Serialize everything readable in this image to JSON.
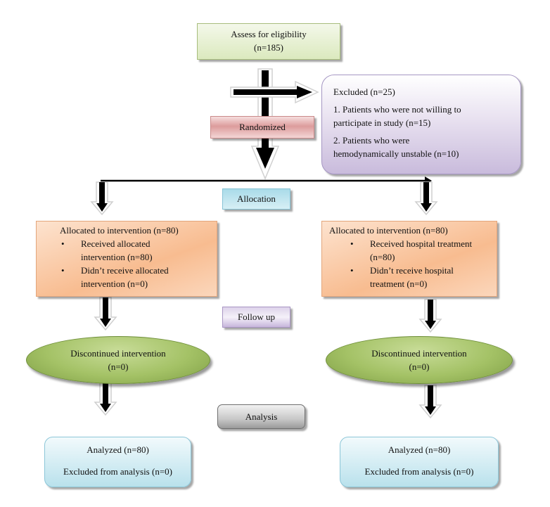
{
  "diagram": {
    "type": "CONSORT flow diagram",
    "enrollment": {
      "title": "Assess for eligibility",
      "count": "(n=185)"
    },
    "excluded": {
      "title": "Excluded (n=25)",
      "reason1_line1": "1. Patients who were not willing to",
      "reason1_line2": "participate in study (n=15)",
      "reason2_line1": "2. Patients who were",
      "reason2_line2": "hemodynamically unstable (n=10)"
    },
    "stages": {
      "randomized": "Randomized",
      "allocation": "Allocation",
      "follow_up": "Follow up",
      "analysis": "Analysis"
    },
    "left_arm": {
      "allocation": {
        "title": "Allocated to intervention (n=80)",
        "bullets": [
          {
            "symbol": "•",
            "line1": "Received allocated",
            "line2": "intervention (n=80)"
          },
          {
            "symbol": "•",
            "line1": "Didn’t receive allocated",
            "line2": "intervention (n=0)"
          }
        ]
      },
      "follow_up": {
        "line1": "Discontinued intervention",
        "line2": "(n=0)"
      },
      "analysis": {
        "line1": "Analyzed (n=80)",
        "line2": "Excluded from analysis (n=0)"
      }
    },
    "right_arm": {
      "allocation": {
        "title": "Allocated to intervention (n=80)",
        "bullets": [
          {
            "symbol": "•",
            "line1": "Received hospital treatment",
            "line2": "(n=80)"
          },
          {
            "symbol": "•",
            "line1": "Didn’t receive hospital",
            "line2": "treatment  (n=0)"
          }
        ]
      },
      "follow_up": {
        "line1": "Discontinued intervention",
        "line2": "(n=0)"
      },
      "analysis": {
        "line1": "Analyzed (n=80)",
        "line2": "Excluded from analysis (n=0)"
      }
    },
    "colors": {
      "enrollment": "#dbe9be",
      "excluded": "#c9bbdc",
      "randomized": "#dc9c9c",
      "allocation_label": "#a9dbe9",
      "allocation_boxes": "#f8bc90",
      "follow_up_label": "#c7b6dc",
      "discontinued": "#a4c266",
      "analysis_label": "#c8c8c8",
      "analyzed_boxes": "#b9e1ec"
    }
  }
}
